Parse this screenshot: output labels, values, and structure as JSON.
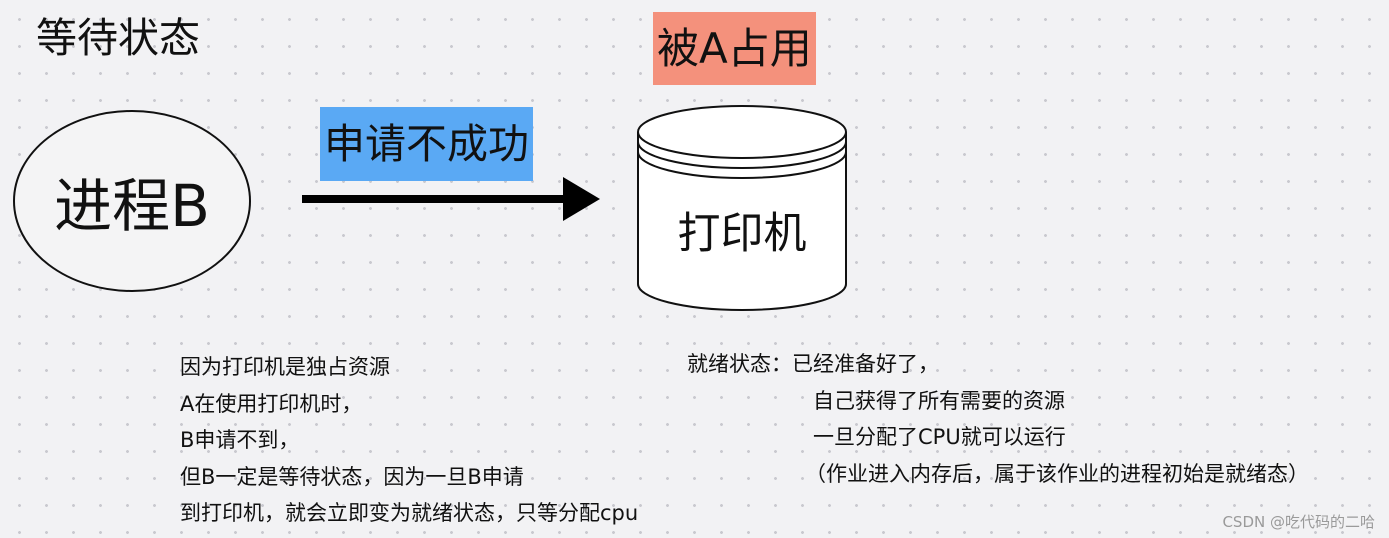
{
  "title": "等待状态",
  "resource_status_label": "被A占用",
  "request_label": "申请不成功",
  "process": {
    "label": "进程B"
  },
  "resource": {
    "label": "打印机"
  },
  "explanation": {
    "lines": [
      "因为打印机是独占资源",
      "A在使用打印机时，",
      "B申请不到，",
      "但B一定是等待状态，因为一旦B申请",
      "到打印机，就会立即变为就绪状态，只等分配cpu"
    ]
  },
  "ready_state": {
    "heading": "就绪状态：已经准备好了，",
    "lines": [
      "自己获得了所有需要的资源",
      "一旦分配了CPU就可以运行",
      "（作业进入内存后，属于该作业的进程初始是就绪态）"
    ]
  },
  "watermark": "CSDN @吃代码的二哈",
  "colors": {
    "background": "#f2f2f4",
    "busy_highlight": "#f4917c",
    "request_highlight": "#5aa9f4",
    "stroke": "#111111",
    "watermark": "#9a9a9a"
  }
}
